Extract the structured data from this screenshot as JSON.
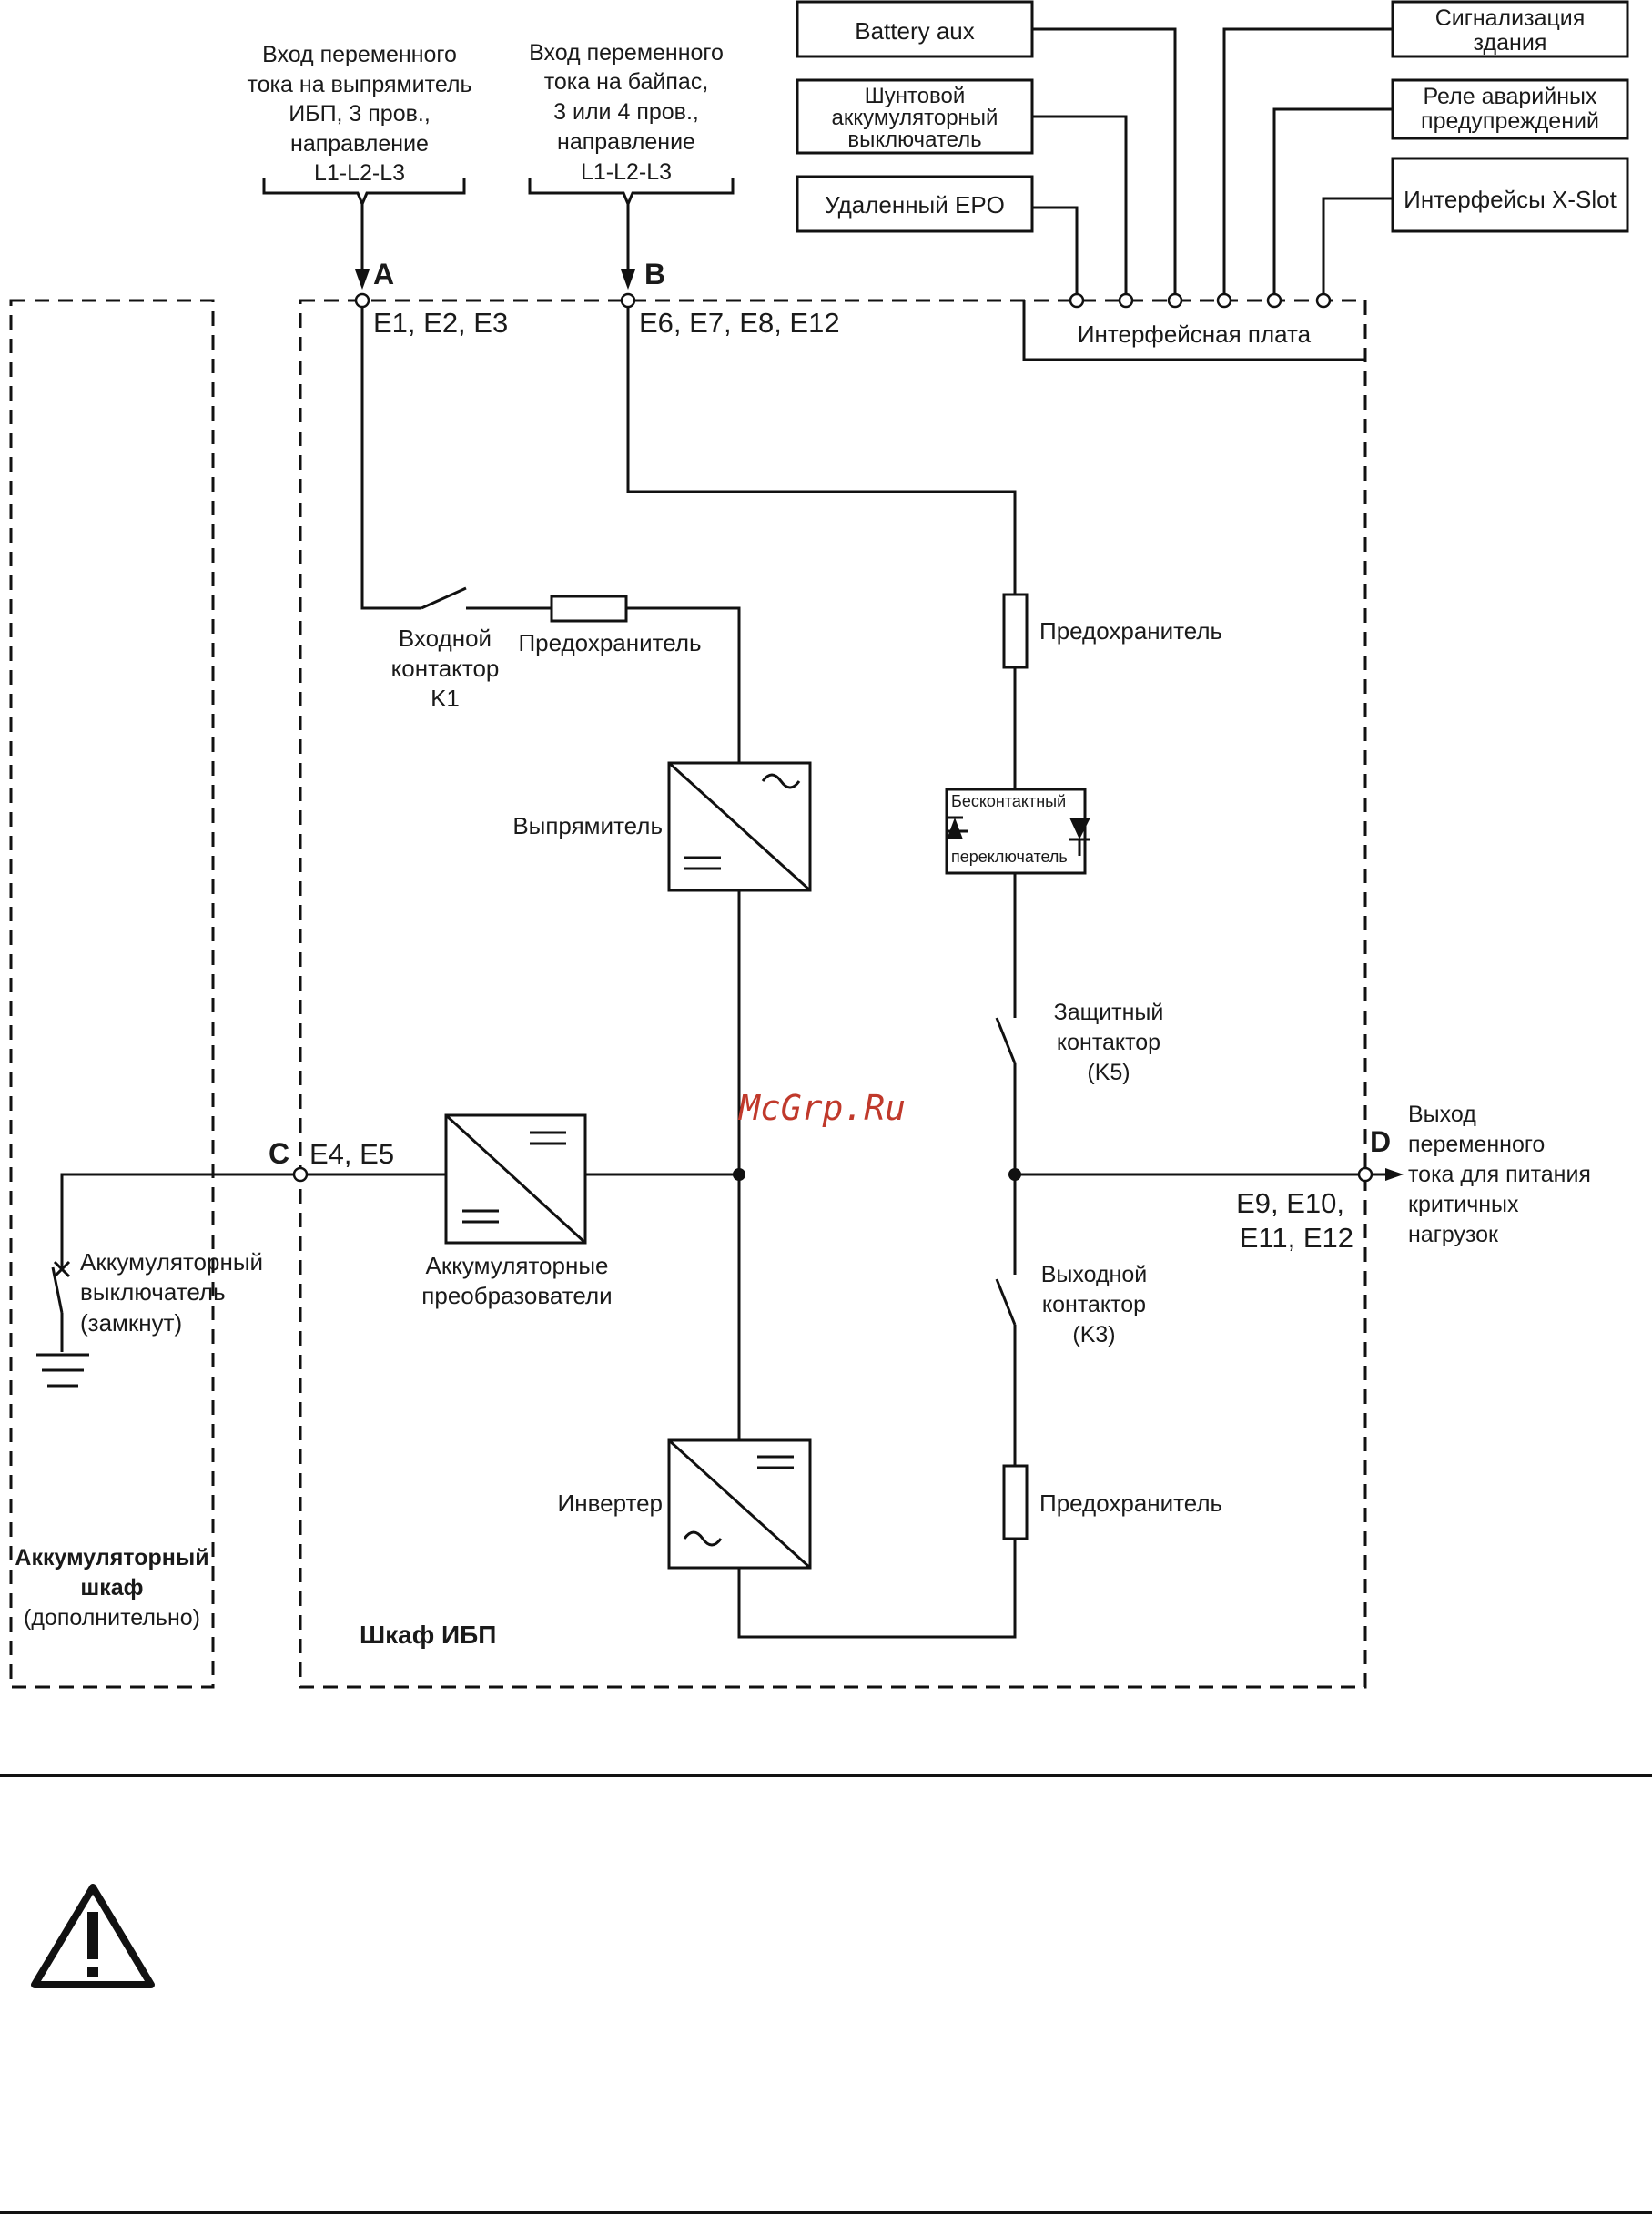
{
  "top_inputs": {
    "rectifier_input": [
      "Вход переменного",
      "тока на выпрямитель",
      "ИБП, 3 пров.,",
      "направление",
      "L1-L2-L3"
    ],
    "bypass_input": [
      "Вход переменного",
      "тока на байпас,",
      "3 или 4 пров.,",
      "направление",
      "L1-L2-L3"
    ]
  },
  "ports": {
    "a": {
      "letter": "A",
      "terminals": "E1, E2, E3"
    },
    "b": {
      "letter": "B",
      "terminals": "E6, E7, E8, E12"
    },
    "c": {
      "letter": "C",
      "terminals": "E4, E5"
    },
    "d": {
      "letter": "D",
      "terminals_line1": "E9, E10,",
      "terminals_line2": "E11, E12"
    }
  },
  "interface_boxes": {
    "battery_aux": "Battery aux",
    "shunt_breaker": [
      "Шунтовой",
      "аккумуляторный",
      "выключатель"
    ],
    "remote_epo": "Удаленный EPO",
    "building_alarm": [
      "Сигнализация",
      "здания"
    ],
    "alarm_relay": [
      "Реле аварийных",
      "предупреждений"
    ],
    "xslot": "Интерфейсы X-Slot",
    "interface_board": "Интерфейсная плата"
  },
  "components": {
    "input_contactor": [
      "Входной",
      "контактор",
      "K1"
    ],
    "fuse_label": "Предохранитель",
    "rectifier": "Выпрямитель",
    "static_switch": [
      "Бесконтактный",
      "переключатель"
    ],
    "backfeed_contactor": [
      "Защитный",
      "контактор",
      "(K5)"
    ],
    "output_contactor": [
      "Выходной",
      "контактор",
      "(K3)"
    ],
    "battery_converters": [
      "Аккумуляторные",
      "преобразователи"
    ],
    "inverter": "Инвертер",
    "battery_breaker": [
      "Аккумуляторный",
      "выключатель",
      "(замкнут)"
    ],
    "ac_output": [
      "Выход",
      "переменного",
      "тока для питания",
      "критичных",
      "нагрузок"
    ]
  },
  "cabinets": {
    "battery_cabinet": [
      "Аккумуляторный",
      "шкаф",
      "(дополнительно)"
    ],
    "ups_cabinet": "Шкаф ИБП"
  },
  "watermark": "McGrp.Ru",
  "watermark_color": "#c0392b",
  "icons": {
    "warning": "warning-triangle-icon"
  }
}
